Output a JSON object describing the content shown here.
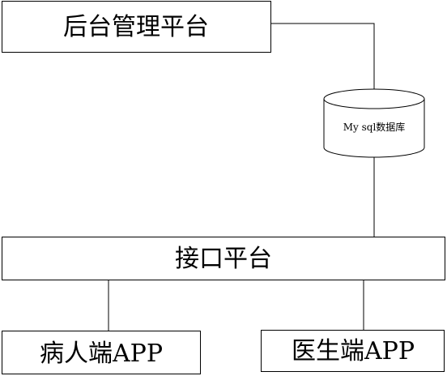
{
  "boxes": {
    "admin": "后台管理平台",
    "api": "接口平台",
    "patient": "病人端APP",
    "doctor": "医生端APP"
  },
  "database": {
    "label": "My sql数据库"
  }
}
